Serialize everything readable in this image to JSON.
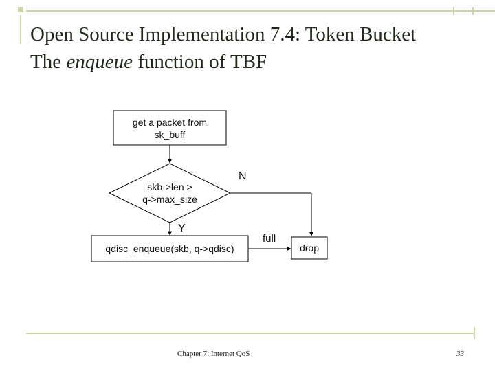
{
  "slide": {
    "title_line1": "Open Source Implementation 7.4: Token Bucket",
    "title_line2_prefix": "The ",
    "title_line2_italic": "enqueue",
    "title_line2_suffix": " function  of TBF"
  },
  "flowchart": {
    "start_box_line1": "get a packet from",
    "start_box_line2": "sk_buff",
    "decision_line1": "skb->len >",
    "decision_line2": "q->max_size",
    "label_no": "N",
    "label_yes": "Y",
    "process_box": "qdisc_enqueue(skb, q->qdisc)",
    "label_full": "full",
    "drop_box": "drop"
  },
  "footer": {
    "center_text": "Chapter 7: Internet QoS",
    "page_number": "33"
  },
  "colors": {
    "accent_green": "#c9d8a4",
    "accent_dark": "#4a5e3a",
    "line": "#000000"
  }
}
